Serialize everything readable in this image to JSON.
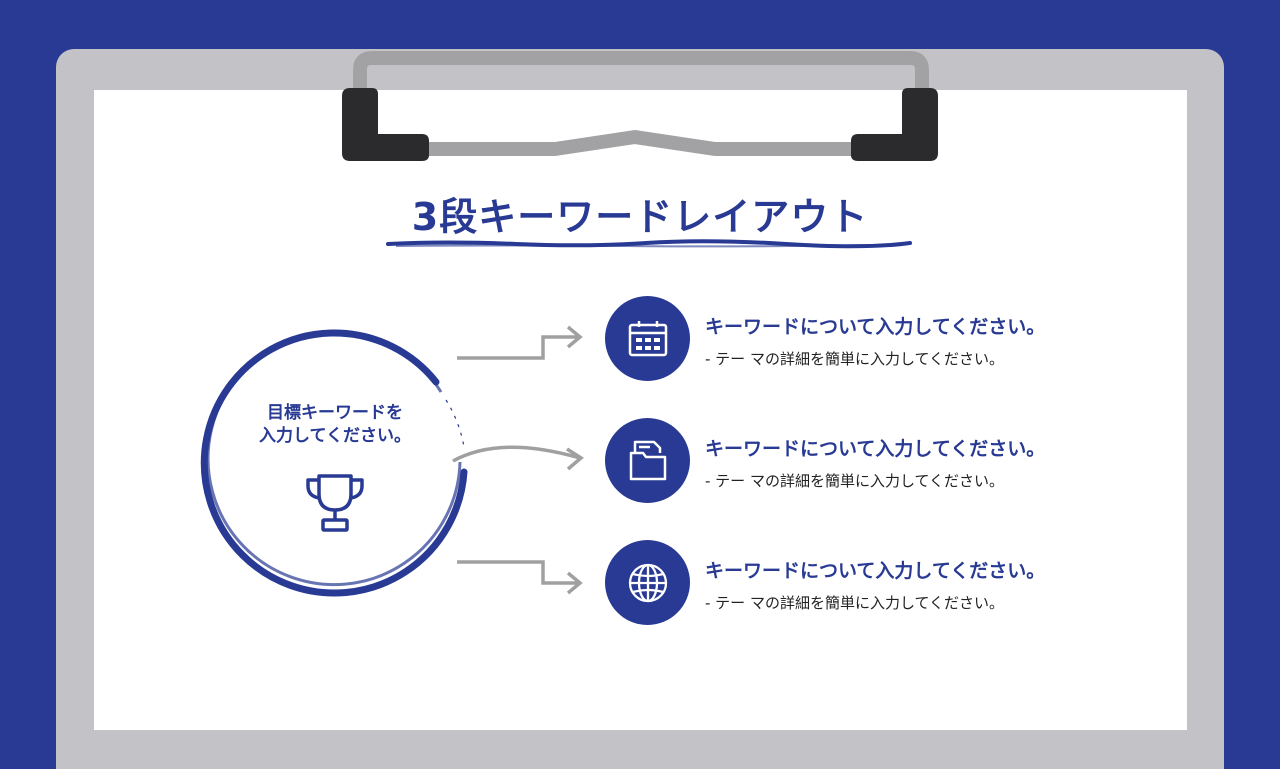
{
  "slide": {
    "title": "3段キーワードレイアウト",
    "colors": {
      "background": "#283a93",
      "board": "#c3c2c6",
      "paper": "#ffffff",
      "accent": "#283a93",
      "clip": "#2b2a2c",
      "arrow": "#a0a0a0"
    }
  },
  "center": {
    "text_line1": "目標キーワードを",
    "text_line2": "入力してください。",
    "icon": "trophy-icon"
  },
  "items": [
    {
      "icon": "calendar-icon",
      "heading": "キーワードについて入力してください。",
      "description": "- テー マの詳細を簡単に入力してください。"
    },
    {
      "icon": "folder-icon",
      "heading": "キーワードについて入力してください。",
      "description": "- テー マの詳細を簡単に入力してください。"
    },
    {
      "icon": "globe-icon",
      "heading": "キーワードについて入力してください。",
      "description": "- テー マの詳細を簡単に入力してください。"
    }
  ]
}
